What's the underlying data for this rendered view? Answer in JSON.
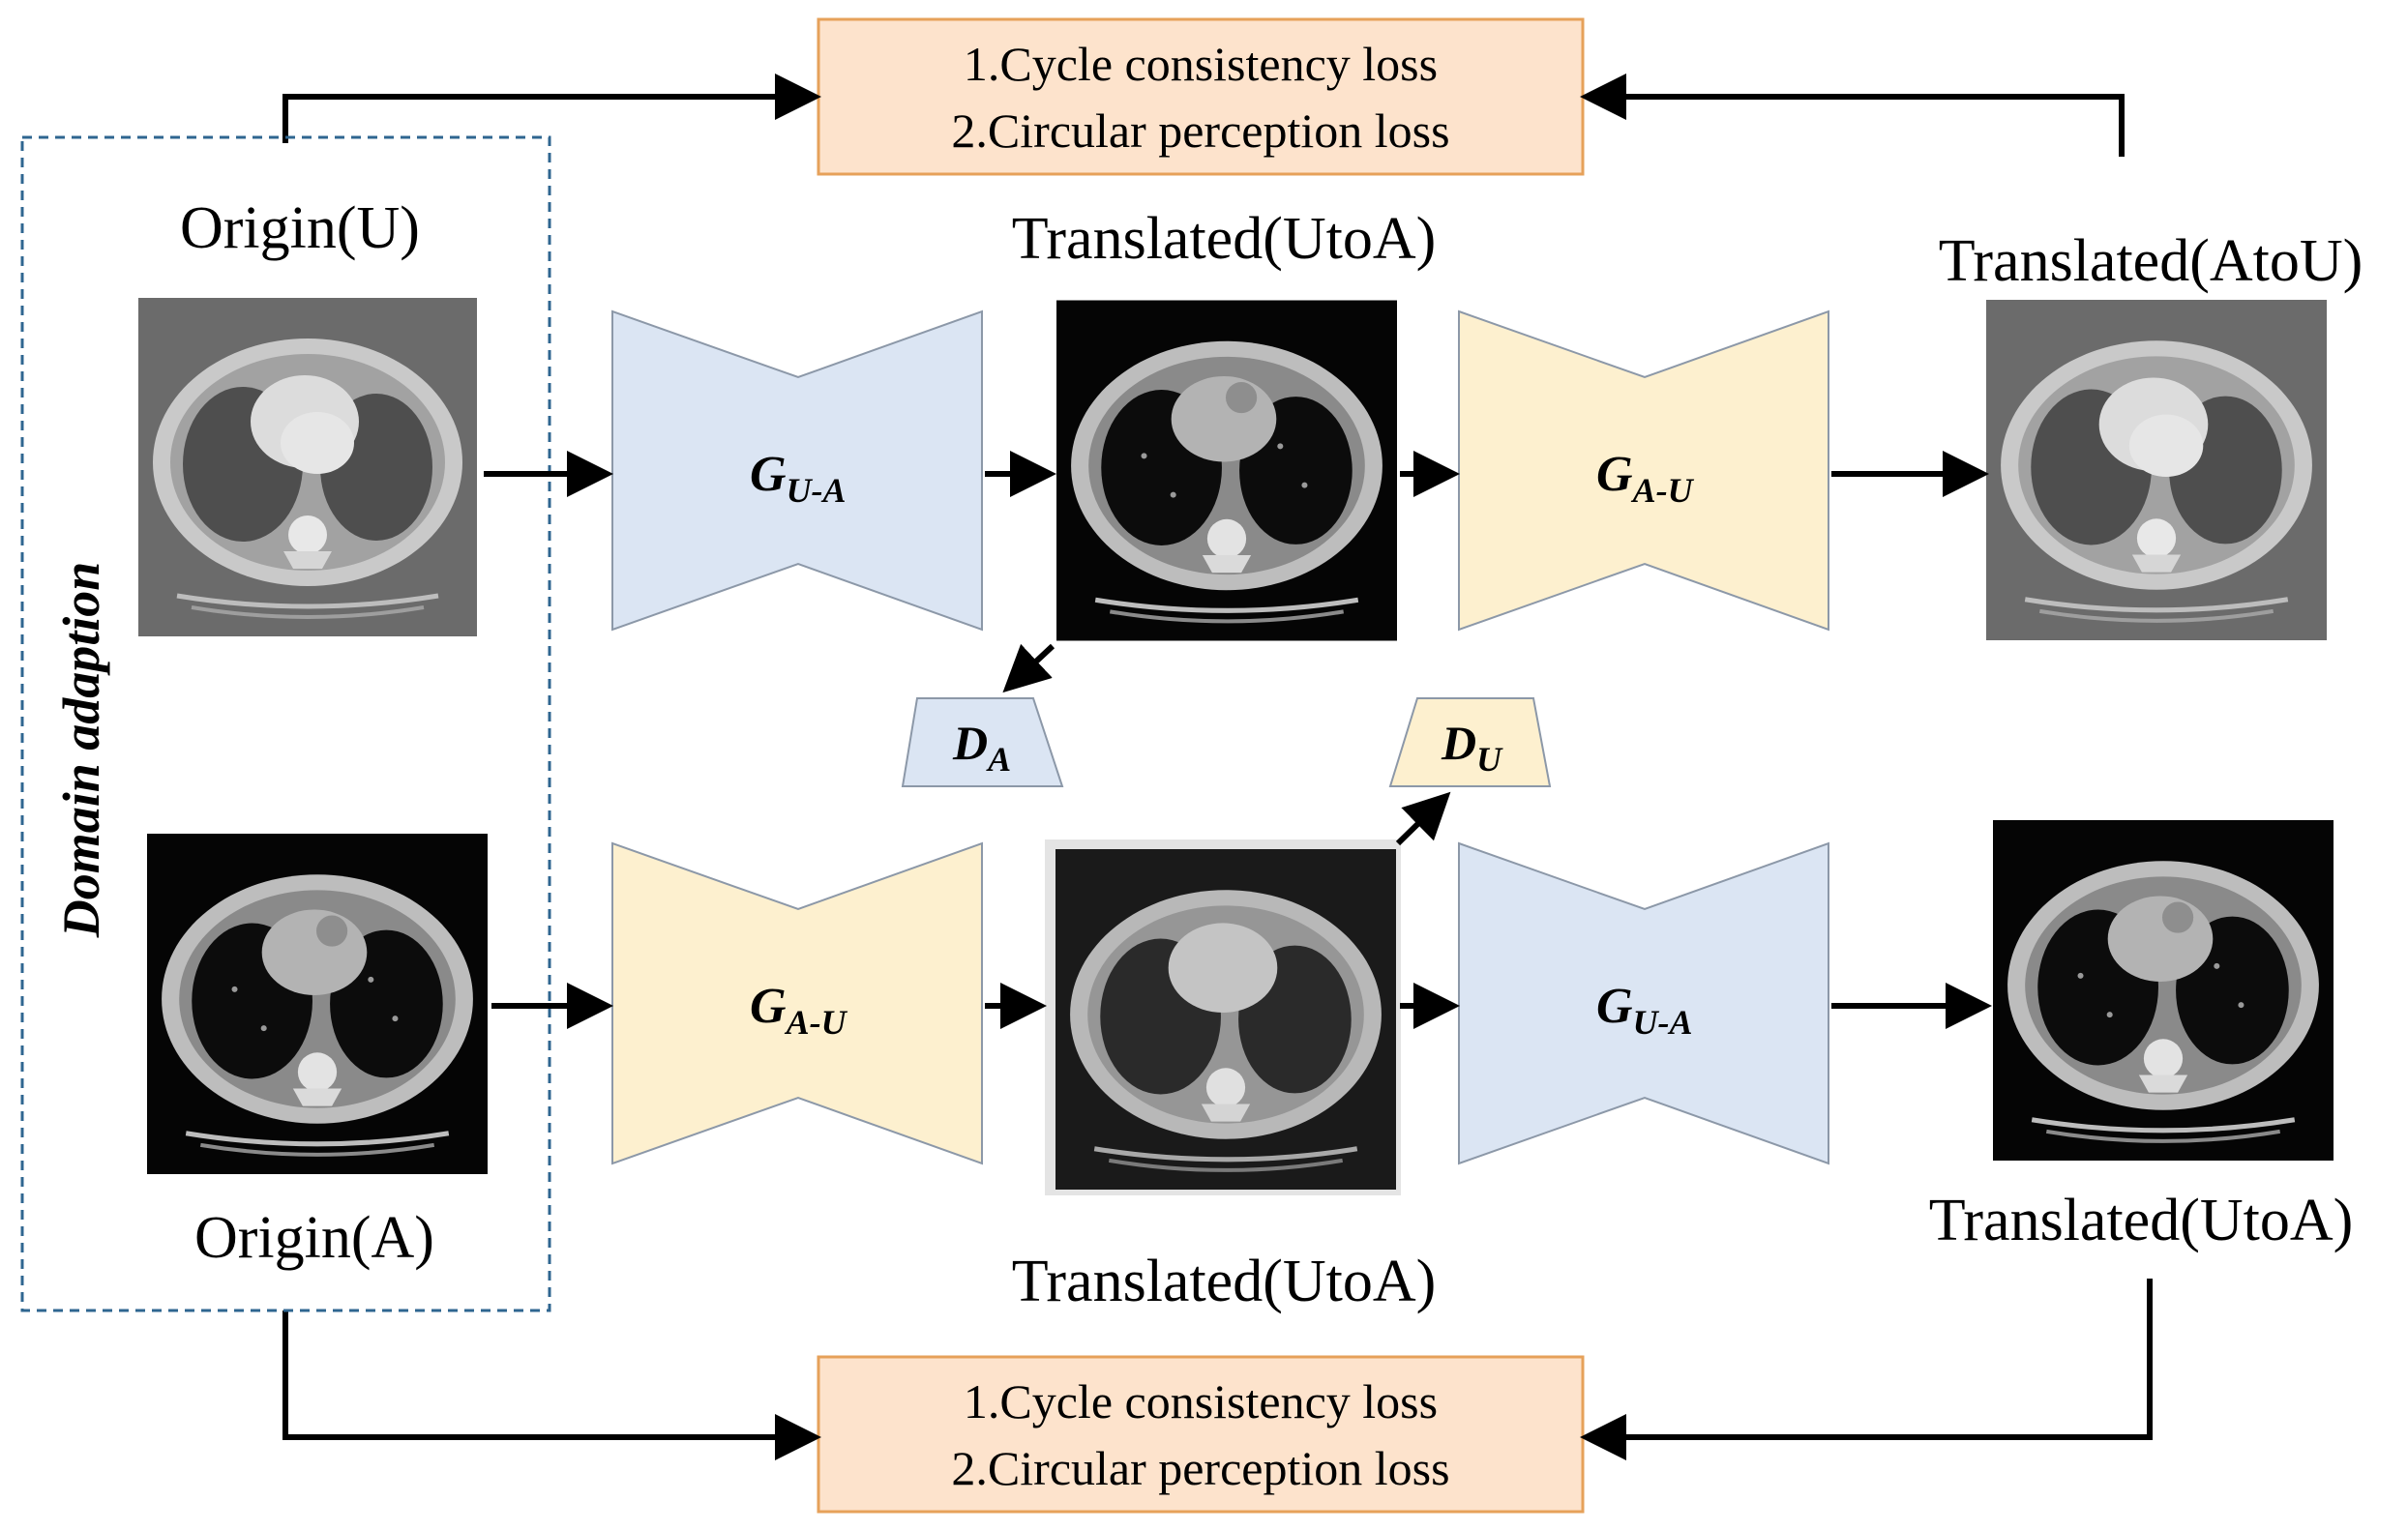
{
  "loss_top": {
    "line1": "1.Cycle consistency loss",
    "line2": "2.Circular perception loss"
  },
  "loss_bottom": {
    "line1": "1.Cycle consistency loss",
    "line2": "2.Circular perception loss"
  },
  "domain_label": "Domain adaption",
  "labels": {
    "origin_u": "Origin(U)",
    "origin_a": "Origin(A)",
    "translated_top_mid": "Translated(UtoA)",
    "translated_top_right": "Translated(AtoU)",
    "translated_bottom_mid": "Translated(UtoA)",
    "translated_bottom_right": "Translated(UtoA)"
  },
  "generators": {
    "top_left": {
      "main": "G",
      "sub": "U-A"
    },
    "top_right": {
      "main": "G",
      "sub": "A-U"
    },
    "bottom_left": {
      "main": "G",
      "sub": "A-U"
    },
    "bottom_right": {
      "main": "G",
      "sub": "U-A"
    }
  },
  "discriminators": {
    "d_a": {
      "main": "D",
      "sub": "A"
    },
    "d_u": {
      "main": "D",
      "sub": "U"
    }
  },
  "colors": {
    "blue_fill": "#dbe5f3",
    "yellow_fill": "#fdf0cf",
    "loss_fill": "#fde3cc",
    "loss_border": "#e6a15a",
    "dashed_border": "#2f6690",
    "shape_border": "#8c98a8"
  }
}
